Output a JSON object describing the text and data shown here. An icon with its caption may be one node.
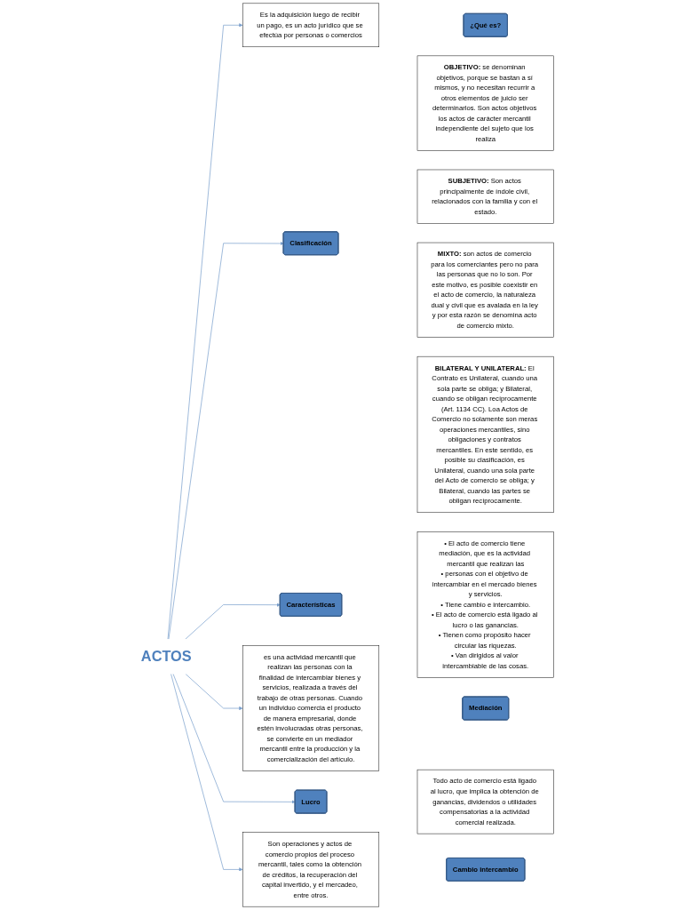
{
  "diagram": {
    "nodes": [
      {
        "text": [
          "¿Qué es?"
        ]
      },
      {
        "text": [
          "Es la adquisición luego de recibir un pago, es un acto jurídico que se efectúa por personas o comercios"
        ]
      },
      {
        "text": [
          "• El acto de comercio tiene mediación, que es la actividad mercantil que realizan las",
          "• personas con el objetivo de intercambiar en el mercado bienes y servicios.",
          "• Tiene cambio e intercambio.",
          "• El acto de comercio está ligado al lucro o las ganancias.",
          "• Tienen como propósito hacer circular las riquezas.",
          "• Van dirigidos al valor intercambiable de las cosas."
        ]
      },
      {
        "text": [
          "Características"
        ]
      },
      {
        "text": [
          "Mediación"
        ]
      },
      {
        "text": [
          "es una actividad mercantil que realizan las personas con la finalidad de intercambiar bienes y servicios, realizada a través del trabajo de otras personas. Cuando un individuo comercia el producto de manera empresarial, donde estén involucradas otras personas, se convierte en un mediador mercantil entre la producción y la comercialización del artículo."
        ]
      },
      {
        "text": [
          "Clasificación"
        ]
      },
      {
        "text": [
          "**OBJETIVO:** se denominan objetivos, porque se bastan a sí mismos, y no necesitan recurrir a otros elementos de juicio ser determinarlos. Son actos objetivos los actos de carácter mercantil independiente del sujeto que los realiza"
        ]
      },
      {
        "text": [
          "**SUBJETIVO:** Son actos principalmente de índole civil, relacionados con la familia y con el estado."
        ]
      },
      {
        "text": [
          "**MIXTO:** son actos de comercio para los comerciantes pero no para las personas que no lo son. Por este motivo, es posible coexistir en el acto de comercio, la naturaleza dual y civil que es avalada en la ley y por esta razón se denomina acto de comercio mixto."
        ]
      },
      {
        "text": [
          "**BILATERAL Y UNILATERAL:** El Contrato es Unilateral, cuando una sola parte se obliga; y Bilateral, cuando se obligan recíprocamente (Art. 1134 CC). Loa Actos de Comercio no solamente son meras operaciones mercantiles, sino obligaciones y contratos mercantiles. En este sentido, es posible su clasificación, es Unilateral, cuando una sola parte del Acto de comercio se obliga; y Bilateral, cuando las partes se obligan recíprocamente."
        ]
      },
      {
        "text": [
          "ACTOS"
        ]
      },
      {
        "text": [
          "Cambio intercambio"
        ]
      },
      {
        "text": [
          "Son operaciones y actos de comercio propios del proceso mercantil, tales como la obtención de créditos, la recuperación del capital invertido, y el mercadeo, entre otros."
        ]
      },
      {
        "text": [
          "Lucro"
        ]
      },
      {
        "text": [
          "Todo acto de comercio está ligado al lucro, que implica la obtención de ganancias, dividendos o utilidades compensatorias a la actividad comercial realizada."
        ]
      }
    ],
    "edges": [
      {
        "from": 11,
        "to": 1,
        "arrow": "to"
      },
      {
        "from": 11,
        "to": 6,
        "arrow": "to"
      },
      {
        "from": 11,
        "to": 3,
        "arrow": "to"
      },
      {
        "from": 11,
        "to": 5,
        "arrow": "to"
      },
      {
        "from": 11,
        "to": 14,
        "arrow": "to"
      },
      {
        "from": 11,
        "to": 13,
        "arrow": "to"
      }
    ]
  }
}
